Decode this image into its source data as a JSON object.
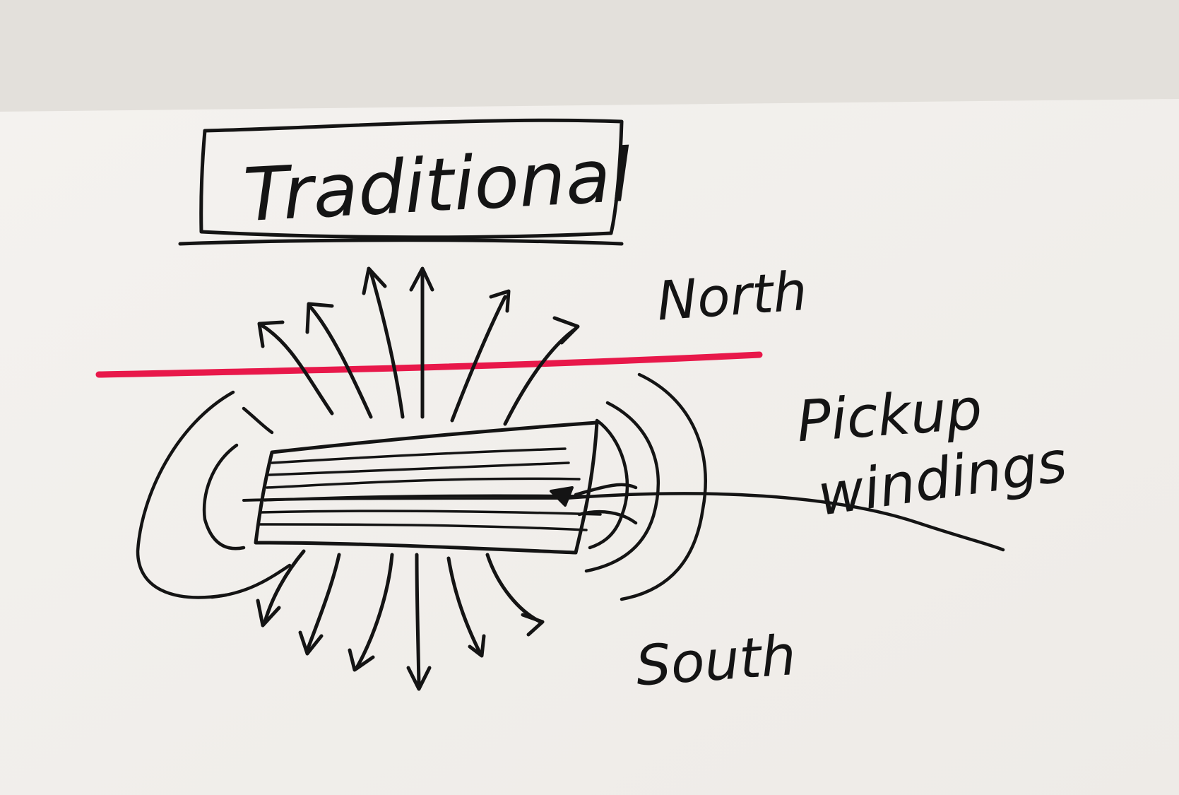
{
  "labels": {
    "title": "Traditional",
    "north": "North",
    "pickup_line1": "Pickup",
    "pickup_line2": "windings",
    "south": "South"
  },
  "colors": {
    "ink": "#141414",
    "string_line": "#e8184a",
    "paper": "#f3f1ee",
    "wall": "#e6e3df"
  }
}
